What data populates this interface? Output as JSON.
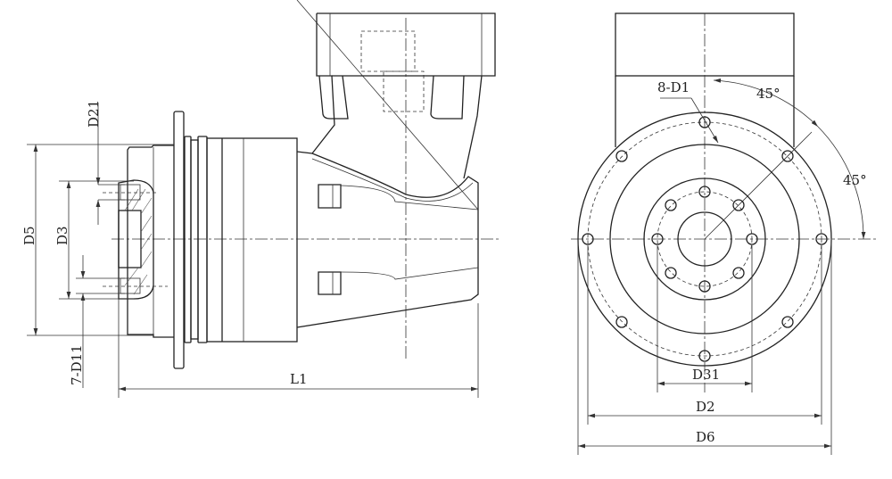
{
  "labels": {
    "d21": "D21",
    "d5": "D5",
    "d3": "D3",
    "d11": "7-D11",
    "l1": "L1",
    "d1": "8-D1",
    "angle_top": "45°",
    "angle_right": "45°",
    "d31": "D31",
    "d2": "D2",
    "d6": "D6"
  }
}
